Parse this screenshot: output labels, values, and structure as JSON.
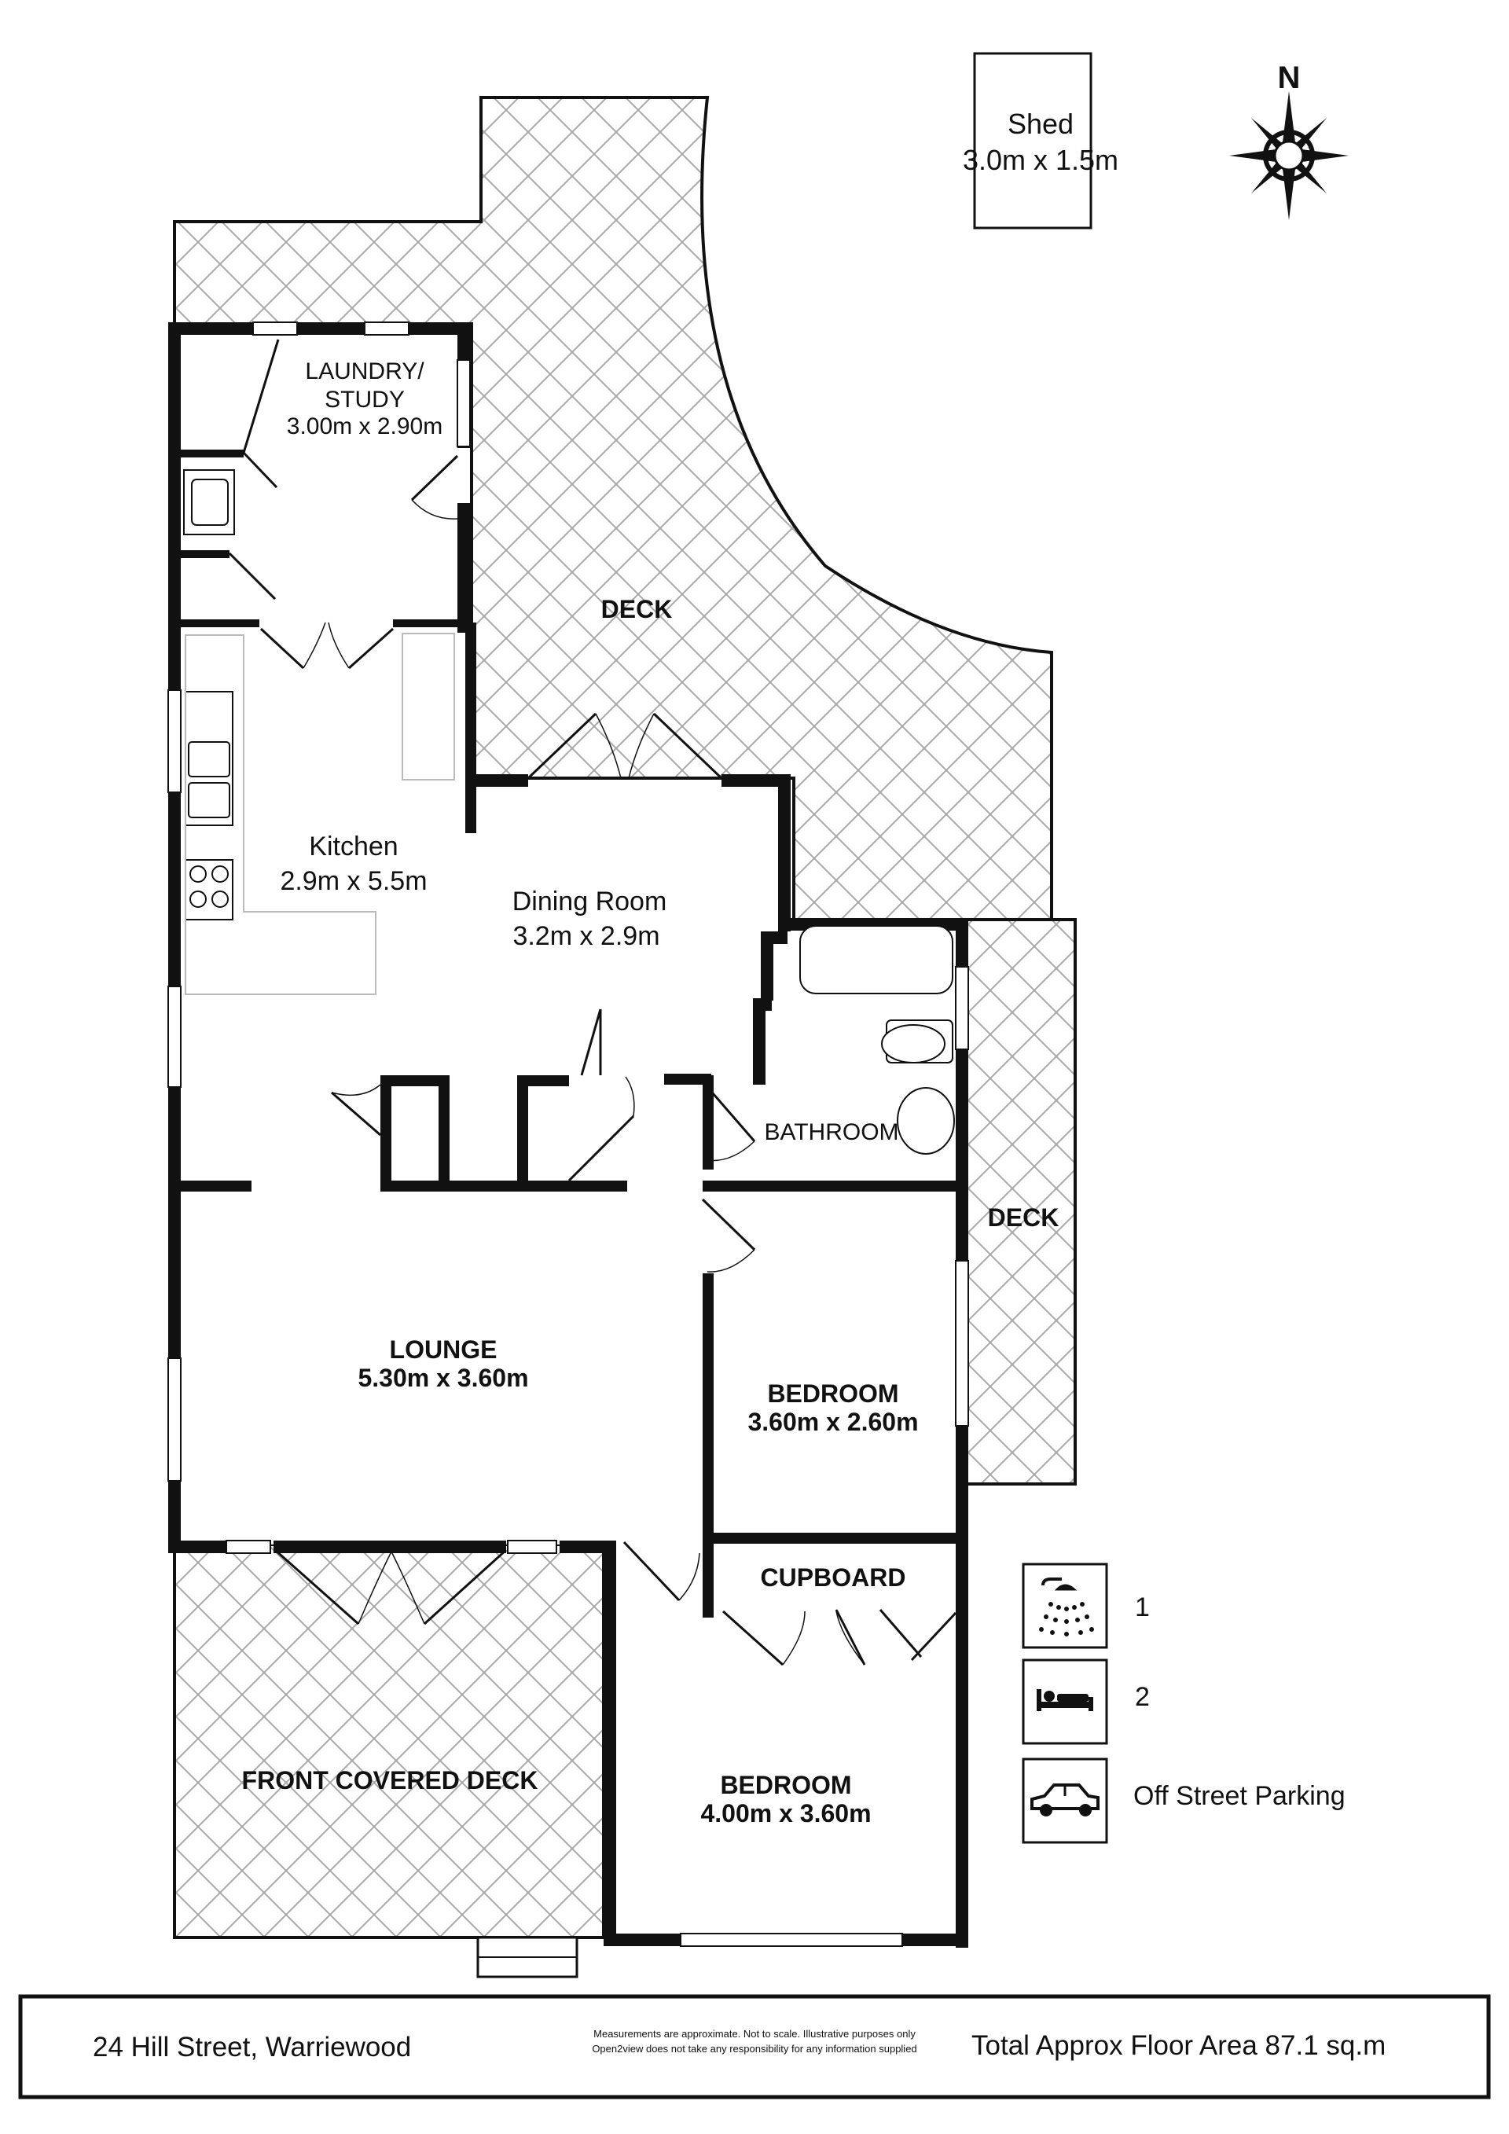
{
  "shed": {
    "name": "Shed",
    "size": "3.0m x 1.5m"
  },
  "compass": {
    "label": "N"
  },
  "rooms": {
    "laundry": {
      "name1": "LAUNDRY/",
      "name2": "STUDY",
      "size": "3.00m x 2.90m"
    },
    "deck_top": {
      "name": "DECK"
    },
    "kitchen": {
      "name": "Kitchen",
      "size": "2.9m x 5.5m"
    },
    "dining": {
      "name": "Dining Room",
      "size": "3.2m x 2.9m"
    },
    "bathroom": {
      "name": "BATHROOM"
    },
    "deck_side": {
      "name": "DECK"
    },
    "lounge": {
      "name": "LOUNGE",
      "size": "5.30m x 3.60m"
    },
    "bedroom1": {
      "name": "BEDROOM",
      "size": "3.60m x 2.60m"
    },
    "cupboard": {
      "name": "CUPBOARD"
    },
    "front_deck": {
      "name": "FRONT COVERED DECK"
    },
    "bedroom2": {
      "name": "BEDROOM",
      "size": "4.00m x 3.60m"
    }
  },
  "legend": [
    {
      "icon": "shower-icon",
      "value": "1"
    },
    {
      "icon": "bed-icon",
      "value": "2"
    },
    {
      "icon": "car-icon",
      "value": "Off Street Parking"
    }
  ],
  "footer": {
    "address": "24 Hill Street, Warriewood",
    "disclaimer1": "Measurements are approximate. Not to scale. Illustrative purposes only",
    "disclaimer2": "Open2view does not take any responsibility for any information supplied",
    "area": "Total Approx Floor Area 87.1 sq.m"
  }
}
